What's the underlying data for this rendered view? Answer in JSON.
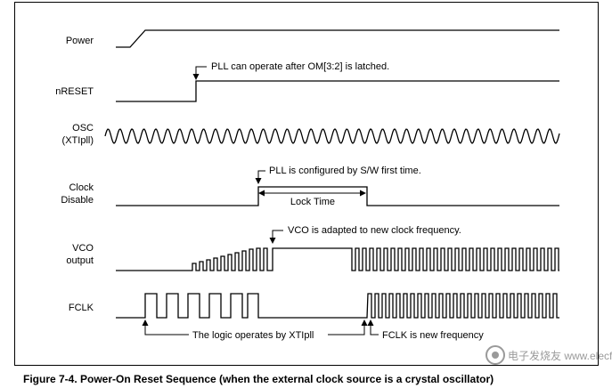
{
  "signals": {
    "power": "Power",
    "nreset": "nRESET",
    "osc_1": "OSC",
    "osc_2": "(XTIpll)",
    "clock_disable_1": "Clock",
    "clock_disable_2": "Disable",
    "vco_1": "VCO",
    "vco_2": "output",
    "fclk": "FCLK"
  },
  "annotations": {
    "pll_latched": "PLL can operate after OM[3:2] is latched.",
    "pll_configured": "PLL is configured by S/W first time.",
    "lock_time": "Lock Time",
    "vco_adapted": "VCO is adapted to new clock frequency.",
    "logic_xtipll": "The logic operates by XTIpll",
    "fclk_new": "FCLK is new frequency"
  },
  "caption": "Figure 7-4. Power-On Reset Sequence (when the external clock source is a crystal oscillator)",
  "watermark": "电子发烧友 www.elecfans.com"
}
